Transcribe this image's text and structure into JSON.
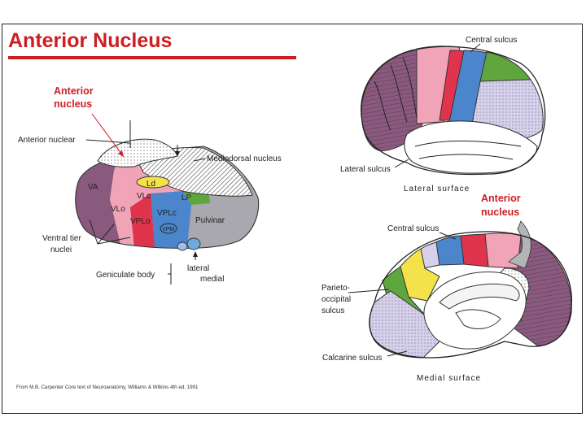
{
  "title": "Anterior Nucleus",
  "colors": {
    "title_red": "#cc1f24",
    "purple": "#8a5a7e",
    "pink": "#f1a4b8",
    "red": "#e0344c",
    "blue": "#4b86cc",
    "green": "#5fa63e",
    "yellow": "#f3e24a",
    "lavender": "#d6d0ea",
    "gray": "#a8a8ae"
  },
  "thalamus": {
    "callout_anterior_nucleus": "Anterior\nnucleus",
    "anterior_nuclear": "Anterior nuclear",
    "mediodorsal_nucleus": "Mediodorsal nucleus",
    "ventral_tier_nuclei": "Ventral tier\nnuclei",
    "geniculate_body": "Geniculate body",
    "lateral": "lateral",
    "medial": "medial",
    "nuclei": {
      "va": "VA",
      "vlc": "VLc",
      "vlo": "VLo",
      "vplo": "VPLo",
      "vplc": "VPLc",
      "vpm": "VPM",
      "lp": "LP",
      "ld": "Ld",
      "pulvinar": "Pulvinar"
    }
  },
  "lateral_view": {
    "central_sulcus": "Central sulcus",
    "lateral_sulcus": "Lateral sulcus",
    "lateral_surface": "Lateral surface"
  },
  "medial_view": {
    "anterior_nucleus": "Anterior\nnucleus",
    "central_sulcus": "Central sulcus",
    "parieto_occipital_sulcus": "Parieto-\noccipital\nsulcus",
    "calcarine_sulcus": "Calcarine sulcus",
    "medial_surface": "Medial surface"
  },
  "credit": "From M.B. Carpenter Core text of Neuroanatomy, Williams & Wilkins 4th ed. 1991"
}
